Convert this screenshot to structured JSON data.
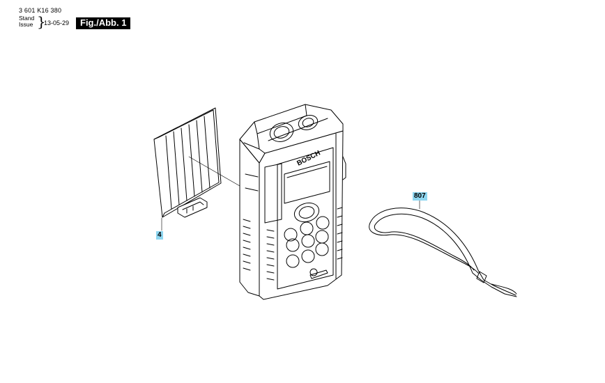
{
  "header": {
    "part_number": "3 601 K16 380",
    "stand_label": "Stand",
    "issue_label": "Issue",
    "date": "13-05-29",
    "figure_label": "Fig./Abb. 1"
  },
  "callouts": {
    "cover": "4",
    "strap": "807"
  },
  "device": {
    "brand": "BOSCH"
  }
}
